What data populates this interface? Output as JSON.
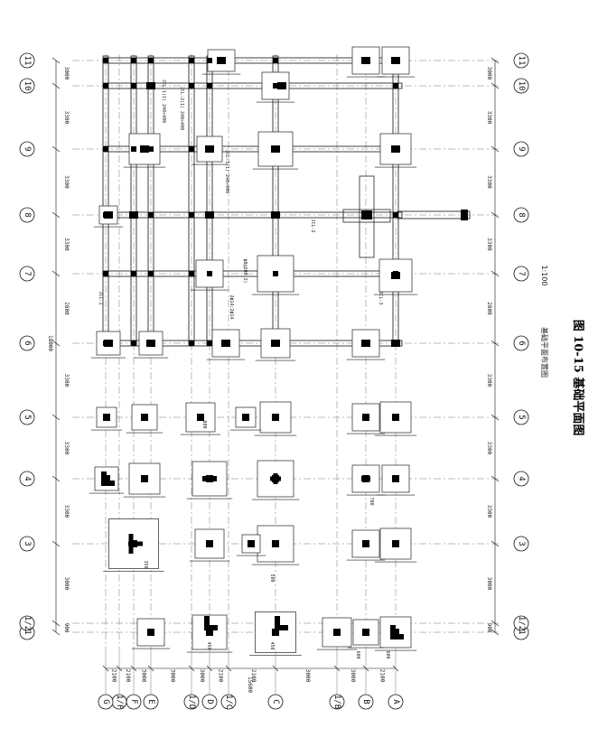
{
  "figure": {
    "caption": "图 10-15   基础平面图",
    "subtitle": "基础平面布置图",
    "scale": "1:100"
  },
  "grid_x": {
    "labels": [
      "1",
      "1/2",
      "3",
      "4",
      "5",
      "6",
      "7",
      "8",
      "9",
      "10",
      "11"
    ],
    "spacings": [
      "900",
      "3000",
      "3300",
      "3300",
      "3300",
      "2800",
      "3300",
      "3300",
      "3300",
      "3000",
      "900"
    ]
  },
  "grid_y": {
    "labels": [
      "A",
      "B",
      "1/B",
      "C",
      "1/C",
      "D",
      "1/D",
      "E",
      "F",
      "1/F",
      "G"
    ],
    "spacings": [
      "2100",
      "3000",
      "3000",
      "2100",
      "2100",
      "3000",
      "3000",
      "3000",
      "2100",
      "2100"
    ],
    "total": "15600",
    "left_total": "18000"
  },
  "annotations": [
    "JCL-1(1) 240×400",
    "JCL-2(1) 240×400",
    "JCL-3(1) 240×400",
    "ϕ8@200(2)",
    "2ϕ14;2ϕ14",
    "JCL-1",
    "JCL-2",
    "JCL-3"
  ],
  "footing_dims": [
    "600",
    "600",
    "450",
    "450",
    "350",
    "500",
    "700",
    "800",
    "900"
  ],
  "colors": {
    "line": "#111111",
    "axis": "#777777",
    "column": "#000000",
    "footing": "#222222"
  }
}
